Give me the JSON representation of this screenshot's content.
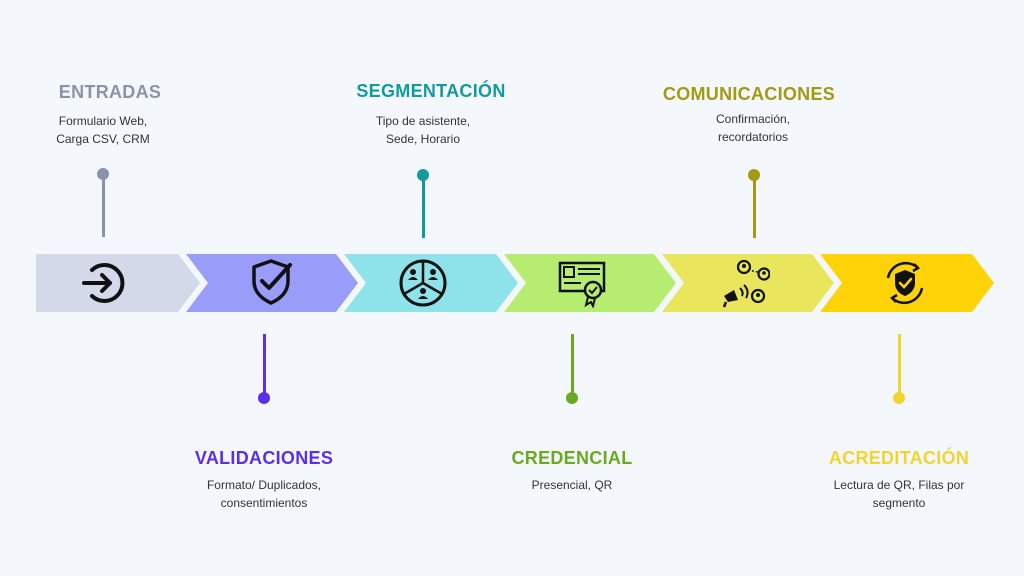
{
  "steps": [
    {
      "title": "ENTRADAS",
      "desc_line1": "Formulario Web,",
      "desc_line2": "Carga CSV, CRM",
      "color": "#8a93ab",
      "fill": "#d3d9e9",
      "icon": "sign-in-arrow-icon"
    },
    {
      "title": "VALIDACIONES",
      "desc_line1": "Formato/ Duplicados,",
      "desc_line2": "consentimientos",
      "color": "#5d2ee8",
      "fill": "#9a9cf9",
      "icon": "shield-check-icon"
    },
    {
      "title": "SEGMENTACIÓN",
      "desc_line1": "Tipo de asistente,",
      "desc_line2": "Sede, Horario",
      "color": "#129a9f",
      "fill": "#8ee3ea",
      "icon": "user-segments-icon"
    },
    {
      "title": "CREDENCIAL",
      "desc_line1": "Presencial, QR",
      "desc_line2": "",
      "color": "#6aaa21",
      "fill": "#b6ec70",
      "icon": "certificate-badge-icon"
    },
    {
      "title": "COMUNICACIONES",
      "desc_line1": "Confirmación,",
      "desc_line2": "recordatorios",
      "color": "#a29a10",
      "fill": "#e9e65e",
      "icon": "megaphone-contacts-icon"
    },
    {
      "title": "ACREDITACIÓN",
      "desc_line1": "Lectura de QR, Filas por",
      "desc_line2": "segmento",
      "color": "#f0d52f",
      "fill": "#ffd308",
      "icon": "shield-check-cycle-icon"
    }
  ]
}
